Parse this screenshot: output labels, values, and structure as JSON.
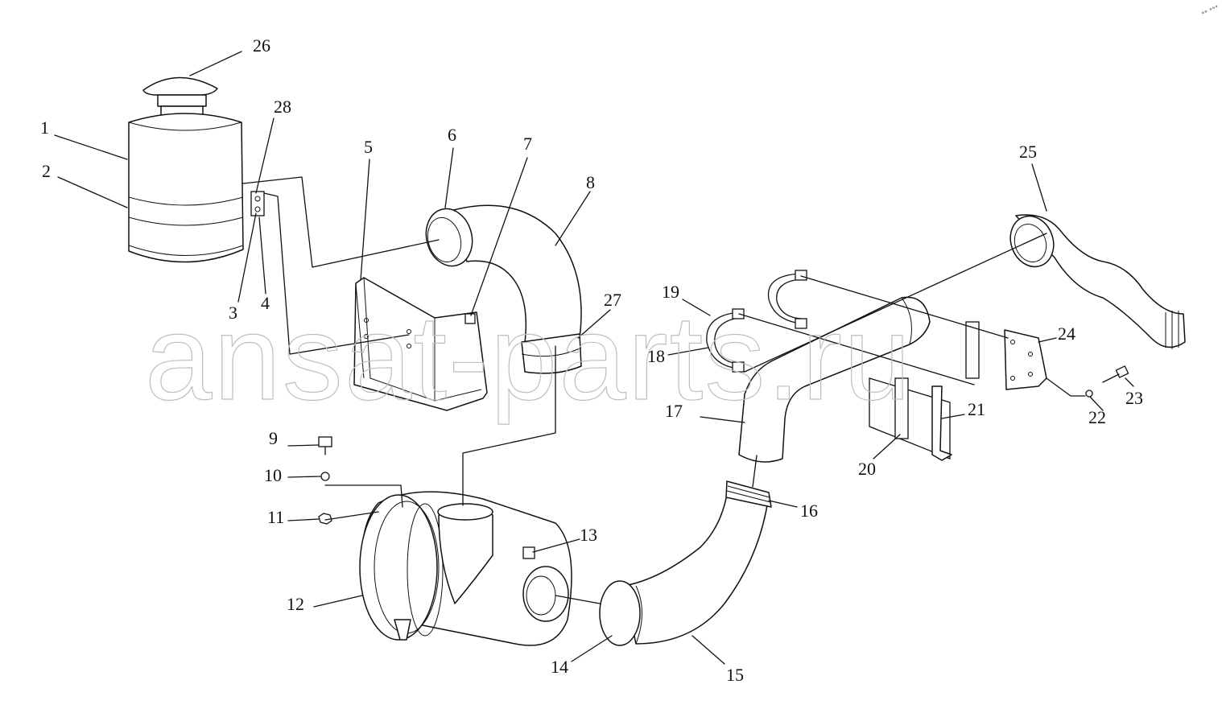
{
  "watermark": "ansat-parts.ru",
  "corner_mark": "°° °°°",
  "callouts": [
    "1",
    "2",
    "3",
    "4",
    "5",
    "6",
    "7",
    "8",
    "9",
    "10",
    "11",
    "12",
    "13",
    "14",
    "15",
    "16",
    "17",
    "18",
    "19",
    "20",
    "21",
    "22",
    "23",
    "24",
    "25",
    "26",
    "27",
    "28"
  ]
}
